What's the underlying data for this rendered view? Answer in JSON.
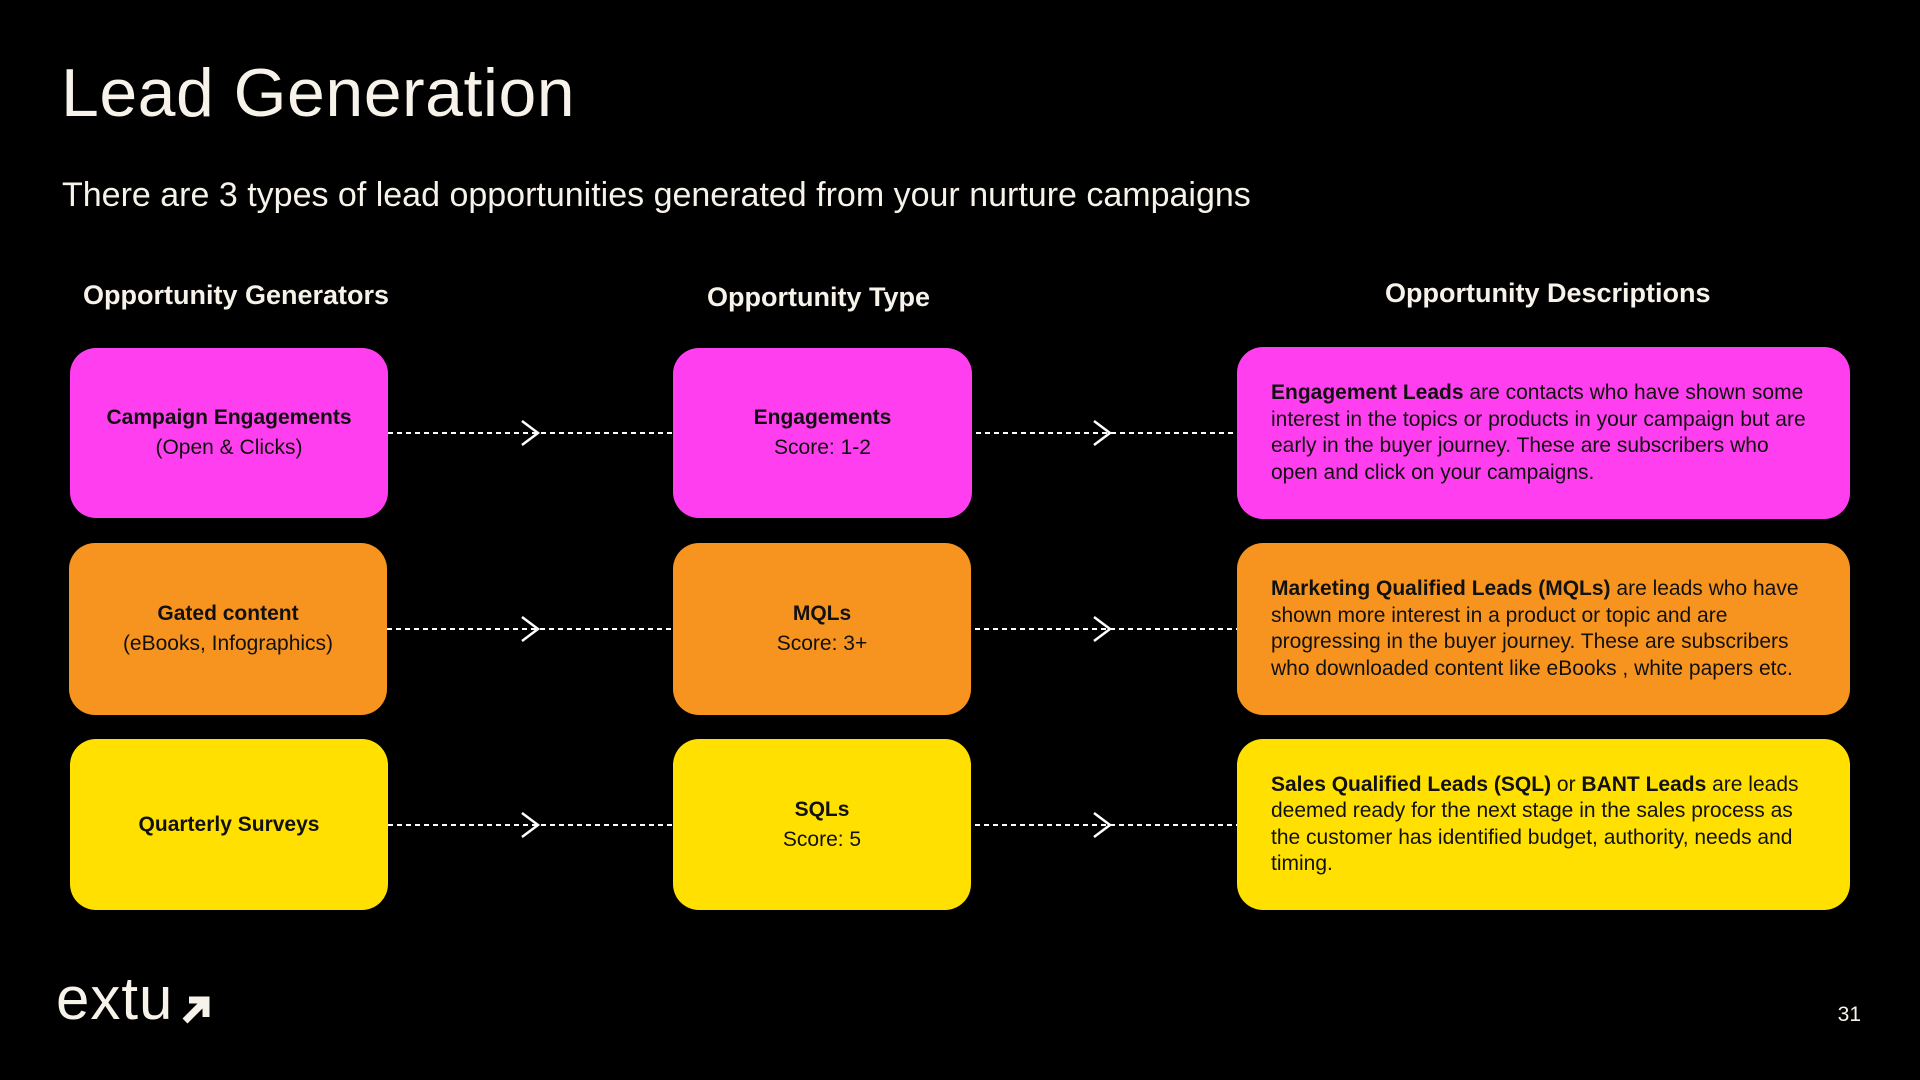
{
  "slide": {
    "title": "Lead Generation",
    "subtitle": "There are 3 types of lead opportunities generated from your nurture campaigns",
    "page_number": "31",
    "logo_text": "extu"
  },
  "columns": {
    "generators": "Opportunity Generators",
    "type": "Opportunity Type",
    "descriptions": "Opportunity Descriptions"
  },
  "colors": {
    "magenta": "#ff3fef",
    "orange": "#f7941f",
    "yellow": "#ffe000",
    "background": "#000000",
    "text_light": "#f7f3ea"
  },
  "rows": [
    {
      "generator": {
        "title": "Campaign Engagements",
        "detail": "(Open & Clicks)"
      },
      "type": {
        "title": "Engagements",
        "score": "Score: 1-2"
      },
      "description": {
        "lead": "Engagement Leads",
        "text": " are contacts who have shown some interest in the topics or products in your campaign but are early in the buyer journey. These are subscribers who open and click on your campaigns."
      }
    },
    {
      "generator": {
        "title": "Gated content",
        "detail": "(eBooks, Infographics)"
      },
      "type": {
        "title": "MQLs",
        "score": "Score: 3+"
      },
      "description": {
        "lead": "Marketing Qualified Leads (MQLs)",
        "text": " are leads who have shown more interest in a product or topic and are progressing in the buyer journey. These are subscribers who downloaded content like eBooks , white papers etc."
      }
    },
    {
      "generator": {
        "title": "Quarterly Surveys",
        "detail": ""
      },
      "type": {
        "title": "SQLs",
        "score": "Score: 5"
      },
      "description": {
        "lead": "Sales Qualified Leads (SQL)",
        "mid": " or ",
        "lead2": "BANT Leads",
        "text": " are leads deemed ready for the next stage in the sales process as the customer has identified budget, authority, needs and timing."
      }
    }
  ]
}
